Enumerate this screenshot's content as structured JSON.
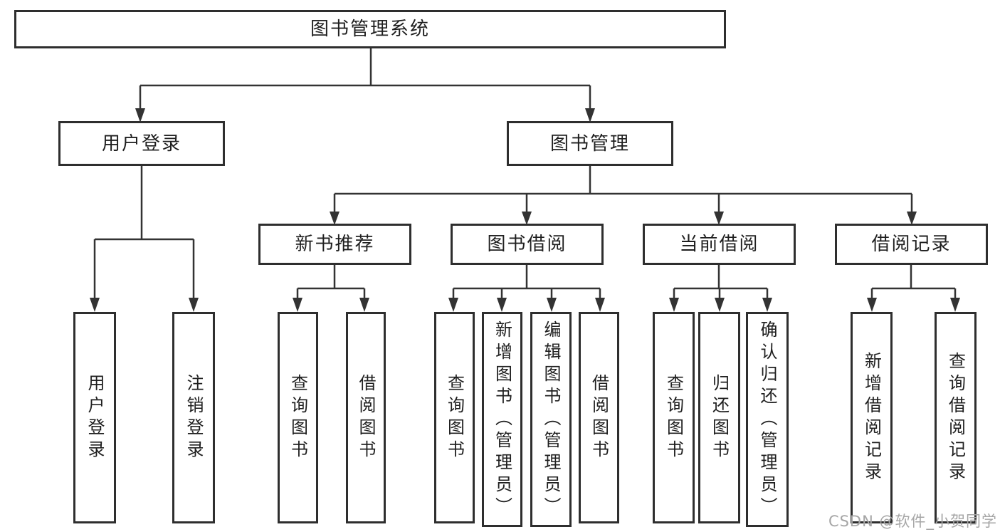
{
  "diagram": {
    "type": "hierarchy-tree",
    "title": "图书管理系统"
  },
  "structure": {
    "label": "图书管理系统",
    "children": [
      {
        "label": "用户登录",
        "children": [
          {
            "label": "用户登录"
          },
          {
            "label": "注销登录"
          }
        ]
      },
      {
        "label": "图书管理",
        "children": [
          {
            "label": "新书推荐",
            "children": [
              {
                "label": "查询图书"
              },
              {
                "label": "借阅图书"
              }
            ]
          },
          {
            "label": "图书借阅",
            "children": [
              {
                "label": "查询图书"
              },
              {
                "label": "新增图书（管理员）"
              },
              {
                "label": "编辑图书（管理员）"
              },
              {
                "label": "借阅图书"
              }
            ]
          },
          {
            "label": "当前借阅",
            "children": [
              {
                "label": "查询图书"
              },
              {
                "label": "归还图书"
              },
              {
                "label": "确认归还（管理员）"
              }
            ]
          },
          {
            "label": "借阅记录",
            "children": [
              {
                "label": "新增借阅记录"
              },
              {
                "label": "查询借阅记录"
              }
            ]
          }
        ]
      }
    ]
  },
  "watermark": "CSDN @软件_小贺同学",
  "colors": {
    "background": "#ffffff",
    "line": "#333333",
    "border": "#2e2e2e",
    "text": "#1f1f1f",
    "watermark": "#a6a6a6"
  }
}
